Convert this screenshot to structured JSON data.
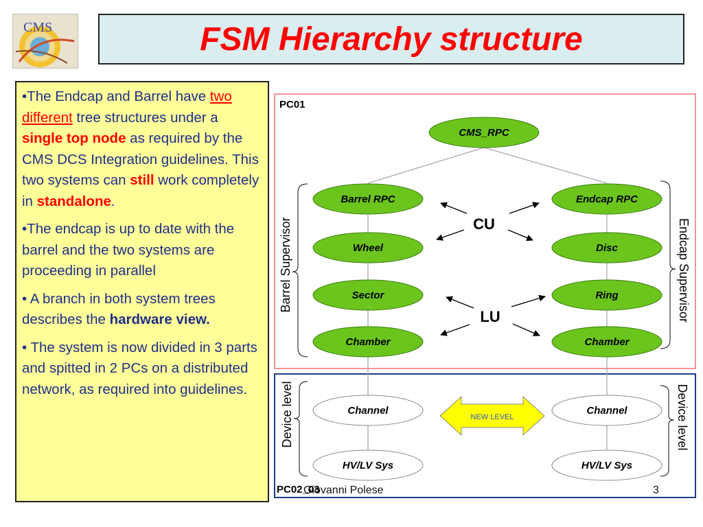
{
  "title": "FSM Hierarchy structure",
  "logo_text": "CMS",
  "bullets": [
    {
      "parts": [
        {
          "t": "•The Endcap and Barrel have "
        },
        {
          "t": "two different",
          "cls": "red",
          "u": true
        },
        {
          "t": " tree structures under a "
        },
        {
          "t": "single top node",
          "cls": "red",
          "b": true
        },
        {
          "t": " as required by the CMS DCS Integration guidelines. This two systems can "
        },
        {
          "t": "still",
          "cls": "red",
          "b": true
        },
        {
          "t": " work completely in "
        },
        {
          "t": "standalone",
          "cls": "red",
          "b": true
        },
        {
          "t": "."
        }
      ]
    },
    {
      "parts": [
        {
          "t": "•The endcap is up to date with the barrel and the two systems are proceeding in parallel"
        }
      ]
    },
    {
      "parts": [
        {
          "t": "• A branch in both system trees describes the "
        },
        {
          "t": "hardware view.",
          "b": true
        }
      ]
    },
    {
      "parts": [
        {
          "t": "• The system is now divided in 3 parts and spitted in 2 PCs on a distributed network, as required into guidelines."
        }
      ]
    }
  ],
  "diagram": {
    "pc01_label": "PC01",
    "pc02_label": "PC02_03",
    "top_node": "CMS_RPC",
    "barrel_nodes": [
      "Barrel RPC",
      "Wheel",
      "Sector",
      "Chamber"
    ],
    "endcap_nodes": [
      "Endcap RPC",
      "Disc",
      "Ring",
      "Chamber"
    ],
    "device_nodes_left": [
      "Channel",
      "HV/LV Sys"
    ],
    "device_nodes_right": [
      "Channel",
      "HV/LV Sys"
    ],
    "cu_label": "CU",
    "lu_label": "LU",
    "new_level_label": "NEW LEVEL",
    "barrel_supervisor_label": "Barrel Supervisor",
    "endcap_supervisor_label": "Endcap Supervisor",
    "device_level_left": "Device level",
    "device_level_right": "Device level"
  },
  "footer": {
    "name": "Giovanni Polese",
    "page": "3"
  },
  "colors": {
    "title": "#ff0000",
    "text": "#1f2f8a",
    "highlight": "#ff0000",
    "node_fill": "#6cc51d",
    "pc01_border": "#f07070",
    "pc02_border": "#1f3c8a",
    "arrow_fill": "#ffff00",
    "new_level_text": "#3355cc"
  }
}
